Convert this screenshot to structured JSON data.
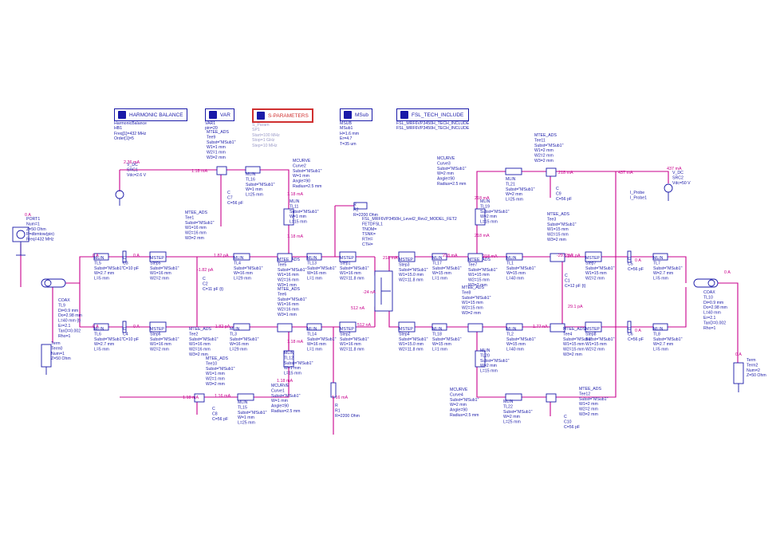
{
  "controllers": [
    {
      "id": "hb",
      "title": "HARMONIC BALANCE",
      "lines": [
        "HarmonicBalance",
        "HB1",
        "Freq[1]=432 MHz",
        "Order[1]=5"
      ]
    },
    {
      "id": "var",
      "title": "VAR",
      "lines": [
        "VAR1",
        "pin=20"
      ]
    },
    {
      "id": "sp",
      "title": "S-PARAMETERS",
      "lines": [
        "S_Param",
        "SP1",
        "Start=100 MHz",
        "Stop=1 GHz",
        "Step=10 MHz"
      ]
    },
    {
      "id": "msub",
      "title": "MSub",
      "lines": [
        "MSUB",
        "MSub1",
        "H=1.6 mm",
        "Er=4.7",
        "T=35 um"
      ]
    },
    {
      "id": "fsl",
      "title": "FSL_TECH_INCLUDE",
      "lines": [
        "FSL_MRF6VP3450H_TECH_INCLUDE",
        "FSL_MRF6VP3450H_TECH_INCLUDE"
      ]
    }
  ],
  "labels": [
    {
      "id": "l-tee9",
      "lines": [
        "MTEE_ADS",
        "Tee9",
        "Subst=\"MSub1\"",
        "W1=1 mm",
        "W2=1 mm",
        "W3=2 mm"
      ]
    },
    {
      "id": "l-src1",
      "lines": [
        "V_DC",
        "SRC1",
        "Vdc=2.6 V"
      ]
    },
    {
      "id": "l-tl16",
      "lines": [
        "MLIN",
        "TL16",
        "Subst=\"MSub1\"",
        "W=1 mm",
        "L=25 mm"
      ]
    },
    {
      "id": "l-c7",
      "lines": [
        "C",
        "C7",
        "C=56 pF"
      ]
    },
    {
      "id": "l-curve2",
      "lines": [
        "MCURVE",
        "Curve2",
        "Subst=\"MSub1\"",
        "W=1 mm",
        "Angle=90",
        "Radius=2.5 mm"
      ]
    },
    {
      "id": "l-tl11",
      "lines": [
        "MLIN",
        "TL11",
        "Subst=\"MSub1\"",
        "W=1 mm",
        "L=15 mm"
      ]
    },
    {
      "id": "l-r2",
      "lines": [
        "R",
        "R2",
        "R=2200 Ohm"
      ]
    },
    {
      "id": "l-fet",
      "lines": [
        "FSL_MRF6VP3450H_Level2_Rev2_MODEL_FET2",
        "FETDFSL1",
        "TNOM=",
        "TSNK=",
        "RTH=",
        "CTH="
      ]
    },
    {
      "id": "l-port1",
      "lines": [
        "PORT1",
        "Num=1",
        "Z=50 Ohm",
        "P=dbmtow(pin)",
        "Freq=432 MHz"
      ]
    },
    {
      "id": "l-tee1",
      "lines": [
        "MTEE_ADS",
        "Tee1",
        "Subst=\"MSub1\"",
        "W1=16 mm",
        "W2=16 mm",
        "W3=2 mm"
      ]
    },
    {
      "id": "l-tl5",
      "lines": [
        "MLIN",
        "TL5",
        "Subst=\"MSub1\"",
        "W=2.7 mm",
        "L=5 mm"
      ]
    },
    {
      "id": "l-c3",
      "lines": [
        "C",
        "C3",
        "C=10 pF"
      ]
    },
    {
      "id": "l-step5",
      "lines": [
        "MSTEP",
        "Step5",
        "Subst=\"MSub1\"",
        "W1=16 mm",
        "W2=2 mm"
      ]
    },
    {
      "id": "l-tl4",
      "lines": [
        "MLIN",
        "TL4",
        "Subst=\"MSub1\"",
        "W=16 mm",
        "L=29 mm"
      ]
    },
    {
      "id": "l-c2",
      "lines": [
        "C",
        "C2",
        "C=11 pF {t}"
      ]
    },
    {
      "id": "l-tee5",
      "lines": [
        "MTEE_ADS",
        "Tee5",
        "Subst=\"MSub1\"",
        "W1=16 mm",
        "W2=16 mm",
        "W3=1 mm"
      ]
    },
    {
      "id": "l-tl13",
      "lines": [
        "MLIN",
        "TL13",
        "Subst=\"MSub1\"",
        "W=16 mm",
        "L=1 mm"
      ]
    },
    {
      "id": "l-step1",
      "lines": [
        "MSTEP",
        "Step1",
        "Subst=\"MSub1\"",
        "W1=16 mm",
        "W2=11.8 mm"
      ]
    },
    {
      "id": "l-tee6",
      "lines": [
        "MTEE_ADS",
        "Tee6",
        "Subst=\"MSub1\"",
        "W1=16 mm",
        "W2=16 mm",
        "W3=1 mm"
      ]
    },
    {
      "id": "l-coax9",
      "lines": [
        "COAX",
        "TL9",
        "Di=0.9 mm",
        "Do=2.98 mm",
        "L=40 mm {t}",
        "Er=2.1",
        "TanD=0.002",
        "Rho=1"
      ]
    },
    {
      "id": "l-tl6",
      "lines": [
        "MLIN",
        "TL6",
        "Subst=\"MSub1\"",
        "W=2.7 mm",
        "L=5 mm"
      ]
    },
    {
      "id": "l-c4",
      "lines": [
        "C",
        "C4",
        "C=10 pF"
      ]
    },
    {
      "id": "l-step6",
      "lines": [
        "MSTEP",
        "Step6",
        "Subst=\"MSub1\"",
        "W1=16 mm",
        "W2=2 mm"
      ]
    },
    {
      "id": "l-tee2",
      "lines": [
        "MTEE_ADS",
        "Tee2",
        "Subst=\"MSub1\"",
        "W1=16 mm",
        "W2=16 mm",
        "W3=2 mm"
      ]
    },
    {
      "id": "l-tl3",
      "lines": [
        "MLIN",
        "TL3",
        "Subst=\"MSub1\"",
        "W=16 mm",
        "L=29 mm"
      ]
    },
    {
      "id": "l-tl12",
      "lines": [
        "MLIN",
        "TL12",
        "Subst=\"MSub1\"",
        "W=1 mm",
        "L=15 mm"
      ]
    },
    {
      "id": "l-tl14",
      "lines": [
        "MLIN",
        "TL14",
        "Subst=\"MSub1\"",
        "W=16 mm",
        "L=1 mm"
      ]
    },
    {
      "id": "l-step2",
      "lines": [
        "MSTEP",
        "Step2",
        "Subst=\"MSub1\"",
        "W1=16 mm",
        "W2=11.8 mm"
      ]
    },
    {
      "id": "l-term0",
      "lines": [
        "Term",
        "Term0",
        "Num=1",
        "Z=50 Ohm"
      ]
    },
    {
      "id": "l-tee10",
      "lines": [
        "MTEE_ADS",
        "Tee10",
        "Subst=\"MSub1\"",
        "W1=1 mm",
        "W2=1 mm",
        "W3=2 mm"
      ]
    },
    {
      "id": "l-c8",
      "lines": [
        "C",
        "C8",
        "C=56 pF"
      ]
    },
    {
      "id": "l-tl15",
      "lines": [
        "MLIN",
        "TL15",
        "Subst=\"MSub1\"",
        "W=1 mm",
        "L=25 mm"
      ]
    },
    {
      "id": "l-curve1",
      "lines": [
        "MCURVE",
        "Curve1",
        "Subst=\"MSub1\"",
        "W=1 mm",
        "Angle=90",
        "Radius=2.5 mm"
      ]
    },
    {
      "id": "l-r1",
      "lines": [
        "R",
        "R1",
        "R=2200 Ohm"
      ]
    },
    {
      "id": "l-curve3",
      "lines": [
        "MCURVE",
        "Curve3",
        "Subst=\"MSub1\"",
        "W=2 mm",
        "Angle=90",
        "Radius=2.5 mm"
      ]
    },
    {
      "id": "l-tl19",
      "lines": [
        "MLIN",
        "TL19",
        "Subst=\"MSub1\"",
        "W=2 mm",
        "L=15 mm"
      ]
    },
    {
      "id": "l-tl21",
      "lines": [
        "MLIN",
        "TL21",
        "Subst=\"MSub1\"",
        "W=2 mm",
        "L=25 mm"
      ]
    },
    {
      "id": "l-tee11",
      "lines": [
        "MTEE_ADS",
        "Tee11",
        "Subst=\"MSub1\"",
        "W1=2 mm",
        "W2=2 mm",
        "W3=2 mm"
      ]
    },
    {
      "id": "l-c9",
      "lines": [
        "C",
        "C9",
        "C=56 pF"
      ]
    },
    {
      "id": "l-iprobe",
      "lines": [
        "I_Probe",
        "I_Probe1"
      ]
    },
    {
      "id": "l-src2",
      "lines": [
        "V_DC",
        "SRC2",
        "Vdc=50 V"
      ]
    },
    {
      "id": "l-step3",
      "lines": [
        "MSTEP",
        "Step3",
        "Subst=\"MSub1\"",
        "W1=15.0 mm",
        "W2=11.8 mm"
      ]
    },
    {
      "id": "l-tl17",
      "lines": [
        "MLIN",
        "TL17",
        "Subst=\"MSub1\"",
        "W=15 mm",
        "L=1 mm"
      ]
    },
    {
      "id": "l-tee7",
      "lines": [
        "MTEE_ADS",
        "Tee7",
        "Subst=\"MSub1\"",
        "W1=15 mm",
        "W2=15 mm",
        "W3=2 mm"
      ]
    },
    {
      "id": "l-tl1",
      "lines": [
        "MLIN",
        "TL1",
        "Subst=\"MSub1\"",
        "W=15 mm",
        "L=40 mm"
      ]
    },
    {
      "id": "l-tee3",
      "lines": [
        "MTEE_ADS",
        "Tee3",
        "Subst=\"MSub1\"",
        "W1=15 mm",
        "W2=15 mm",
        "W3=2 mm"
      ]
    },
    {
      "id": "l-c1",
      "lines": [
        "C",
        "C1",
        "C=12 pF {t}"
      ]
    },
    {
      "id": "l-step7",
      "lines": [
        "MSTEP",
        "Step7",
        "Subst=\"MSub1\"",
        "W1=15 mm",
        "W2=2 mm"
      ]
    },
    {
      "id": "l-c5",
      "lines": [
        "C",
        "C5",
        "C=56 pF"
      ]
    },
    {
      "id": "l-tl7",
      "lines": [
        "MLIN",
        "TL7",
        "Subst=\"MSub1\"",
        "W=2.7 mm",
        "L=5 mm"
      ]
    },
    {
      "id": "l-coax10",
      "lines": [
        "COAX",
        "TL10",
        "Di=0.9 mm",
        "Do=2.98 mm",
        "L=40 mm",
        "Er=2.1",
        "TanD=0.002",
        "Rho=1"
      ]
    },
    {
      "id": "l-tee8",
      "lines": [
        "MTEE_ADS",
        "Tee8",
        "Subst=\"MSub1\"",
        "W1=15 mm",
        "W2=15 mm",
        "W3=2 mm"
      ]
    },
    {
      "id": "l-step4",
      "lines": [
        "MSTEP",
        "Step4",
        "Subst=\"MSub1\"",
        "W1=15.0 mm",
        "W2=11.8 mm"
      ]
    },
    {
      "id": "l-tl18",
      "lines": [
        "MLIN",
        "TL18",
        "Subst=\"MSub1\"",
        "W=15 mm",
        "L=1 mm"
      ]
    },
    {
      "id": "l-tl2",
      "lines": [
        "MLIN",
        "TL2",
        "Subst=\"MSub1\"",
        "W=15 mm",
        "L=40 mm"
      ]
    },
    {
      "id": "l-tee4",
      "lines": [
        "MTEE_ADS",
        "Tee4",
        "Subst=\"MSub1\"",
        "W1=15 mm",
        "W2=15 mm",
        "W3=2 mm"
      ]
    },
    {
      "id": "l-step8",
      "lines": [
        "MSTEP",
        "Step8",
        "Subst=\"MSub1\"",
        "W1=15 mm",
        "W2=2 mm"
      ]
    },
    {
      "id": "l-c6",
      "lines": [
        "C",
        "C6",
        "C=56 pF"
      ]
    },
    {
      "id": "l-tl8",
      "lines": [
        "MLIN",
        "TL8",
        "Subst=\"MSub1\"",
        "W=2.7 mm",
        "L=5 mm"
      ]
    },
    {
      "id": "l-tl20",
      "lines": [
        "MLIN",
        "TL20",
        "Subst=\"MSub1\"",
        "W=2 mm",
        "L=15 mm"
      ]
    },
    {
      "id": "l-curve4",
      "lines": [
        "MCURVE",
        "Curve4",
        "Subst=\"MSub1\"",
        "W=2 mm",
        "Angle=90",
        "Radius=2.5 mm"
      ]
    },
    {
      "id": "l-tl22",
      "lines": [
        "MLIN",
        "TL22",
        "Subst=\"MSub1\"",
        "W=2 mm",
        "L=25 mm"
      ]
    },
    {
      "id": "l-tee12",
      "lines": [
        "MTEE_ADS",
        "Tee12",
        "Subst=\"MSub1\"",
        "W1=2 mm",
        "W2=2 mm",
        "W3=2 mm"
      ]
    },
    {
      "id": "l-c10",
      "lines": [
        "C",
        "C10",
        "C=56 pF"
      ]
    },
    {
      "id": "l-term2",
      "lines": [
        "Term",
        "Term2",
        "Num=2",
        "Z=50 Ohm"
      ]
    }
  ],
  "currents": [
    {
      "id": "i1",
      "text": "2.36 mA"
    },
    {
      "id": "i2",
      "text": "1.18 mA"
    },
    {
      "id": "i3",
      "text": "1.18 mA"
    },
    {
      "id": "i4",
      "text": "1.18 mA"
    },
    {
      "id": "i5",
      "text": "1.18 mA"
    },
    {
      "id": "i6",
      "text": "1.18 mA"
    },
    {
      "id": "i7",
      "text": "0 A"
    },
    {
      "id": "i8",
      "text": "0 A"
    },
    {
      "id": "i9",
      "text": "0 A"
    },
    {
      "id": "i10",
      "text": "0 A"
    },
    {
      "id": "i11",
      "text": "0 A"
    },
    {
      "id": "i12",
      "text": "-1.82 pA"
    },
    {
      "id": "i13",
      "text": "1.82 pA"
    },
    {
      "id": "i14",
      "text": "-1.82 pA"
    },
    {
      "id": "i15",
      "text": "512 nA"
    },
    {
      "id": "i16",
      "text": "512 nA"
    },
    {
      "id": "i17",
      "text": "218 mA"
    },
    {
      "id": "i18",
      "text": "218 mA"
    },
    {
      "id": "i19",
      "text": "218 mA"
    },
    {
      "id": "i20",
      "text": "218 mA"
    },
    {
      "id": "i21",
      "text": "218 mA"
    },
    {
      "id": "i22",
      "text": "-29.1 pA"
    },
    {
      "id": "i23",
      "text": "29.1 pA"
    },
    {
      "id": "i24",
      "text": "437 mA"
    },
    {
      "id": "i25",
      "text": "437 mA"
    },
    {
      "id": "i26",
      "text": "0 A"
    },
    {
      "id": "i27",
      "text": "0 A"
    },
    {
      "id": "i28",
      "text": "1.16 mA"
    },
    {
      "id": "i29",
      "text": "1.18 mA"
    },
    {
      "id": "i30",
      "text": "1.16 mA"
    },
    {
      "id": "i31",
      "text": "218 mA"
    },
    {
      "id": "i32",
      "text": "-24 nA"
    },
    {
      "id": "i33",
      "text": "1.77 nA"
    },
    {
      "id": "i34",
      "text": "29.1 pA"
    },
    {
      "id": "i35",
      "text": "0 A"
    },
    {
      "id": "i36",
      "text": "0 A"
    }
  ]
}
